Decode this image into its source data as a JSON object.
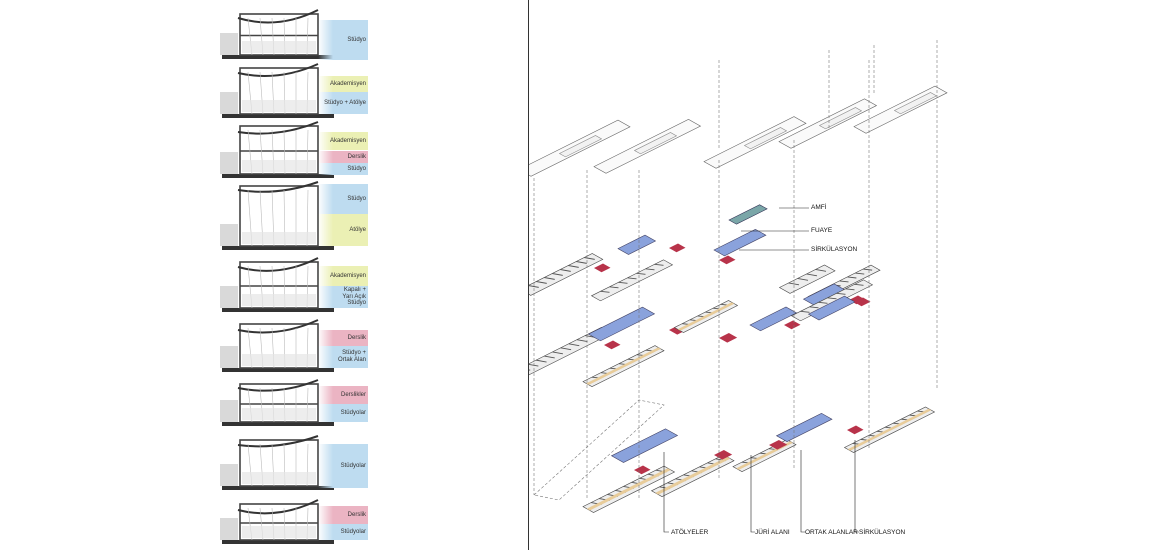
{
  "sections": [
    {
      "bands": [
        {
          "label": "Stüdyo",
          "color": "blue"
        }
      ]
    },
    {
      "bands": [
        {
          "label": "Akademisyen",
          "color": "yellow"
        },
        {
          "label": "Stüdyo + Atölye",
          "color": "blue"
        }
      ]
    },
    {
      "bands": [
        {
          "label": "Akademisyen",
          "color": "yellow"
        },
        {
          "label": "Derslik",
          "color": "pink"
        },
        {
          "label": "Stüdyo",
          "color": "blue"
        }
      ]
    },
    {
      "bands": [
        {
          "label": "Stüdyo",
          "color": "blue"
        },
        {
          "label": "Atölye",
          "color": "yellow"
        }
      ]
    },
    {
      "bands": [
        {
          "label": "Akademisyen",
          "color": "yellow"
        },
        {
          "label": "Kapalı +\nYarı Açık\nStüdyo",
          "color": "blue"
        }
      ]
    },
    {
      "bands": [
        {
          "label": "Derslik",
          "color": "pink"
        },
        {
          "label": "Stüdyo +\nOrtak Alan",
          "color": "blue"
        }
      ]
    },
    {
      "bands": [
        {
          "label": "Derslikler",
          "color": "pink"
        },
        {
          "label": "Stüdyolar",
          "color": "blue"
        }
      ]
    },
    {
      "bands": [
        {
          "label": "Stüdyolar",
          "color": "blue"
        }
      ]
    },
    {
      "bands": [
        {
          "label": "Derslik",
          "color": "pink"
        },
        {
          "label": "Stüdyolar",
          "color": "blue"
        }
      ]
    }
  ],
  "legend_right": {
    "amfi": "AMFİ",
    "fuaye": "FUAYE",
    "sirkulasyon": "SİRKÜLASYON"
  },
  "legend_bottom": {
    "atolyeler": "ATÖLYELER",
    "juri": "JÜRİ ALANI",
    "ortak": "ORTAK ALANLAR",
    "sirkulasyon": "SİRKÜLASYON"
  },
  "colors": {
    "blue": "#bcd9ee",
    "yellow": "#ecefbe",
    "pink": "#ebbac8",
    "circulation": "#8aa2dc",
    "red": "#b8334a",
    "workshop": "#e8cc9a",
    "amphi": "#7aa6a8",
    "wall": "#555555",
    "slab": "#eeeeee"
  }
}
